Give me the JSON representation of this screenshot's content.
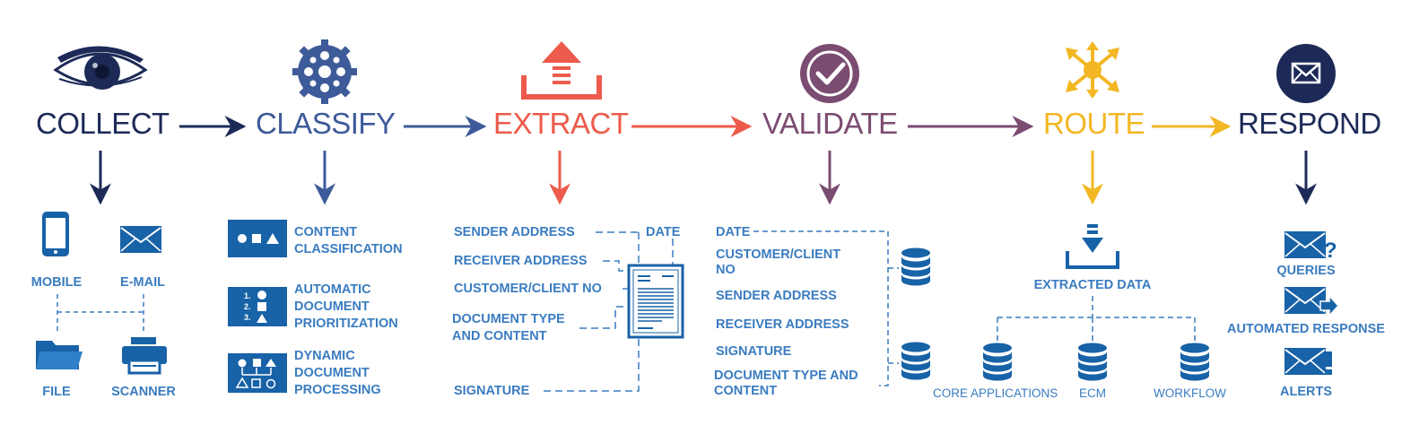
{
  "colors": {
    "collect": "#1d2a57",
    "classify": "#3d5a99",
    "extract": "#ec5b4b",
    "validate": "#7b4c72",
    "route": "#f3b724",
    "respond": "#1d2a57",
    "detail": "#3a7cc0",
    "icon_blue": "#1862a7"
  },
  "stages": [
    {
      "label": "COLLECT",
      "icon": "eye-icon"
    },
    {
      "label": "CLASSIFY",
      "icon": "gear-icon"
    },
    {
      "label": "EXTRACT",
      "icon": "upload-tray-icon"
    },
    {
      "label": "VALIDATE",
      "icon": "checkmark-circle-icon"
    },
    {
      "label": "ROUTE",
      "icon": "route-arrows-icon"
    },
    {
      "label": "RESPOND",
      "icon": "envelope-circle-icon"
    }
  ],
  "collect": {
    "mobile": "MOBILE",
    "email": "E-MAIL",
    "file": "FILE",
    "scanner": "SCANNER"
  },
  "classify": {
    "content_classification": "CONTENT\nCLASSIFICATION",
    "automatic_prioritization": "AUTOMATIC\nDOCUMENT\nPRIORITIZATION",
    "dynamic_processing": "DYNAMIC\nDOCUMENT\nPROCESSING",
    "list_numbers": [
      "1.",
      "2.",
      "3."
    ]
  },
  "extract": {
    "sender_address": "SENDER ADDRESS",
    "date": "DATE",
    "receiver_address": "RECEIVER ADDRESS",
    "customer_client_no": "CUSTOMER/CLIENT NO",
    "document_type": "DOCUMENT TYPE\nAND CONTENT",
    "signature": "SIGNATURE"
  },
  "validate": {
    "date": "DATE",
    "customer_client_no": "CUSTOMER/CLIENT\nNO",
    "sender_address": "SENDER ADDRESS",
    "receiver_address": "RECEIVER ADDRESS",
    "signature": "SIGNATURE",
    "document_type": "DOCUMENT TYPE AND\nCONTENT"
  },
  "route": {
    "extracted_data": "EXTRACTED DATA",
    "core_applications": "CORE APPLICATIONS",
    "ecm": "ECM",
    "workflow": "WORKFLOW"
  },
  "respond": {
    "queries": "QUERIES",
    "automated_response": "AUTOMATED RESPONSE",
    "alerts": "ALERTS"
  }
}
